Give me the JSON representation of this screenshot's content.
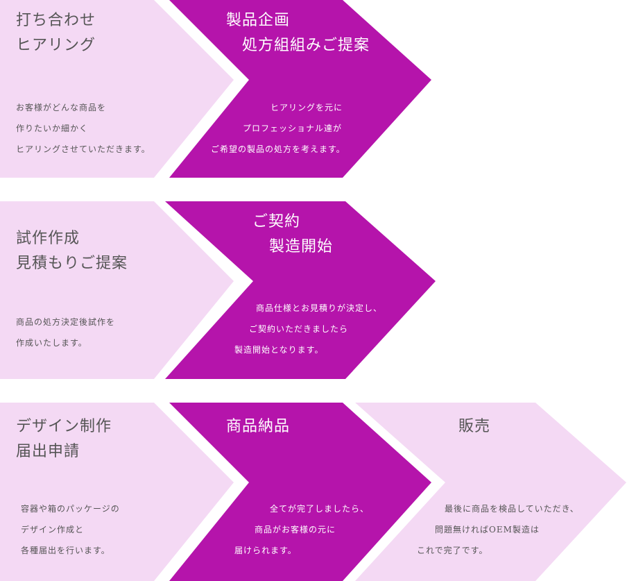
{
  "colors": {
    "light": "#f4d9f4",
    "dark": "#b514ab",
    "text_dark": "#555555",
    "text_light": "#ffffff"
  },
  "rows": [
    {
      "steps": [
        {
          "title": [
            "打ち合わせ",
            "ヒアリング"
          ],
          "desc": [
            "お客様がどんな商品を",
            "作りたいか細かく",
            "ヒアリングさせていただきます。"
          ]
        },
        {
          "title": [
            "製品企画",
            "処方組組みご提案"
          ],
          "desc": [
            "ヒアリングを元に",
            "プロフェッショナル達が",
            "ご希望の製品の処方を考えます。"
          ]
        }
      ]
    },
    {
      "steps": [
        {
          "title": [
            "試作作成",
            "見積もりご提案"
          ],
          "desc": [
            "商品の処方決定後試作を",
            "作成いたします。"
          ]
        },
        {
          "title": [
            "ご契約",
            "製造開始"
          ],
          "desc": [
            "商品仕様とお見積りが決定し、",
            "ご契約いただきましたら",
            "製造開始となります。"
          ]
        }
      ]
    },
    {
      "steps": [
        {
          "title": [
            "デザイン制作",
            "届出申請"
          ],
          "desc": [
            "容器や箱のパッケージの",
            "デザイン作成と",
            "各種届出を行います。"
          ]
        },
        {
          "title": [
            "商品納品"
          ],
          "desc": [
            "全てが完了しましたら、",
            "商品がお客様の元に",
            "届けられます。"
          ]
        },
        {
          "title": [
            "販売"
          ],
          "desc": [
            "最後に商品を検品していただき、",
            "問題無ければOEM製造は",
            "これで完了です。"
          ]
        }
      ]
    }
  ]
}
